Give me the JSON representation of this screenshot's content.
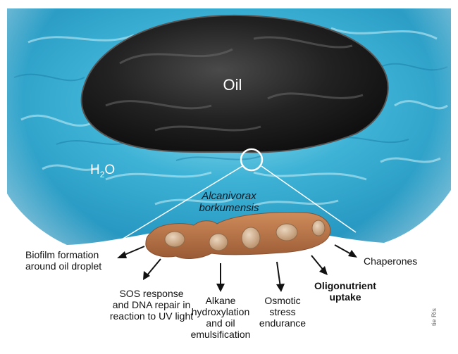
{
  "labels": {
    "oil": "Oil",
    "water_main": "H",
    "water_sub": "2",
    "water_tail": "O",
    "species": "Alcanivorax\nborkumensis",
    "biofilm": "Biofilm formation\naround oil droplet",
    "sos": "SOS response\nand DNA repair in\nreaction to UV light",
    "alkane": "Alkane\nhydroxylation\nand oil\nemulsification",
    "osmotic": "Osmotic\nstress\nendurance",
    "oligonutrient": "Oligonutrient\nuptake",
    "chaperones": "Chaperones",
    "credit": "tie Ris"
  },
  "colors": {
    "water": "#2fa6c9",
    "water_light": "#7fd4ea",
    "oil": "#1b1b1b",
    "bacterium": "#b87548",
    "nucleoid": "#d3b08e"
  }
}
